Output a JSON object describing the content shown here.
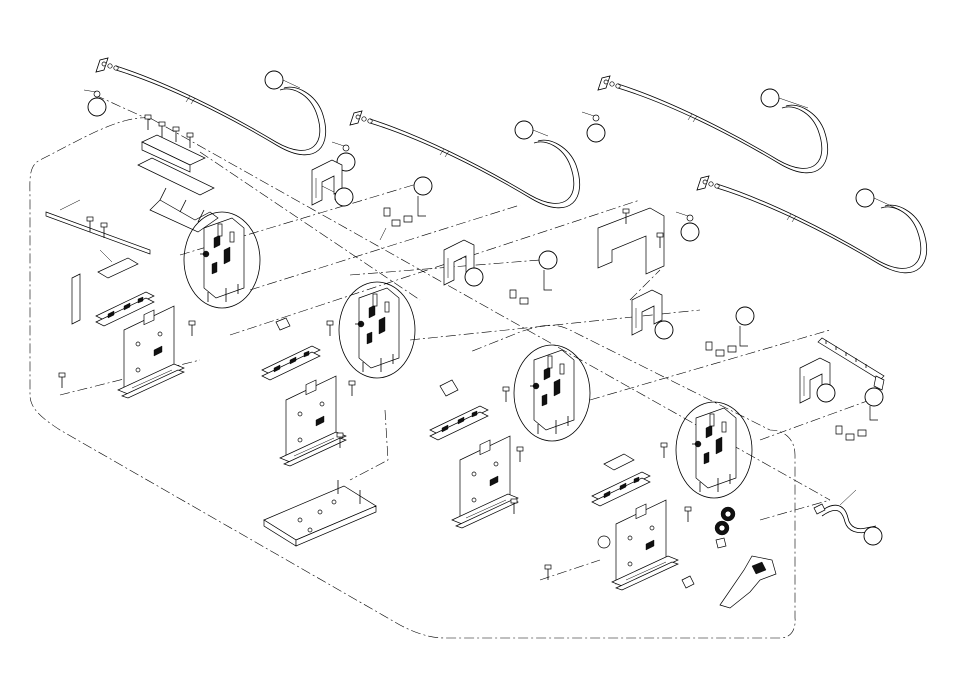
{
  "figure": {
    "type": "exploded-parts-diagram",
    "callout_markers": 17,
    "assemblies": [
      {
        "id": "cable-1"
      },
      {
        "id": "cable-2"
      },
      {
        "id": "cable-3"
      },
      {
        "id": "cable-4"
      },
      {
        "id": "cable-5"
      },
      {
        "id": "unit-1"
      },
      {
        "id": "unit-2"
      },
      {
        "id": "unit-3"
      },
      {
        "id": "unit-4"
      },
      {
        "id": "base-plate"
      },
      {
        "id": "gear-set"
      },
      {
        "id": "drive-shaft"
      }
    ]
  }
}
